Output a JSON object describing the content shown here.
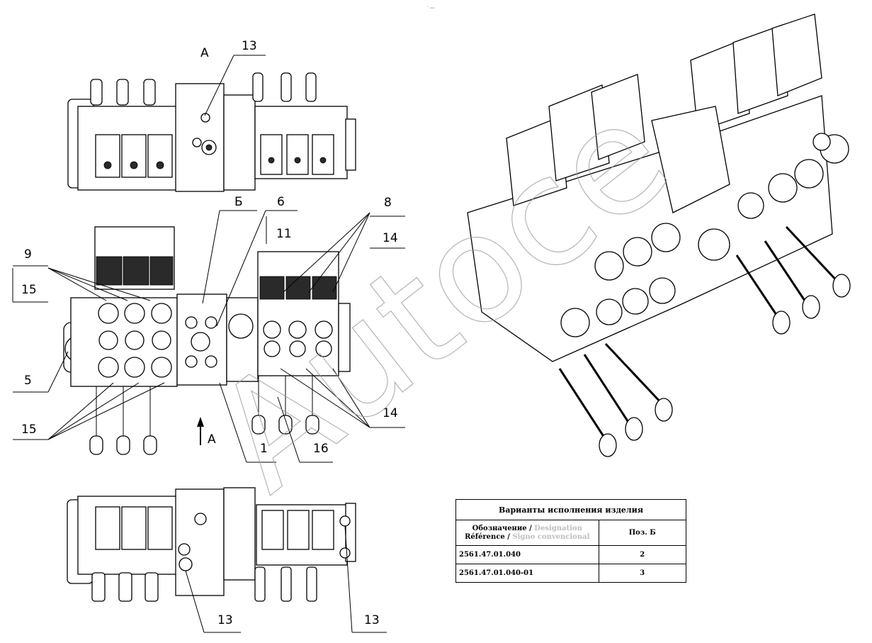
{
  "header_mark": "⁻ ₒₒₒ",
  "views": {
    "top": {
      "view_letter": "А",
      "callout": "13"
    },
    "front": {
      "section_letter": "Б",
      "arrow_letter": "А",
      "callouts": {
        "c6": "6",
        "c8": "8",
        "c9": "9",
        "c11": "11",
        "c14a": "14",
        "c15a": "15",
        "c5": "5",
        "c15b": "15",
        "c14b": "14",
        "c1": "1",
        "c16": "16"
      }
    },
    "bottom": {
      "callout_left": "13",
      "callout_right": "13"
    }
  },
  "watermark": "Autoce",
  "variants_table": {
    "title": "Варианты исполнения изделия",
    "col1_ru": "Обозначение / ",
    "col1_en": "Designation",
    "col1_fr": "Référence / ",
    "col1_es": "Signo convencional",
    "col2": "Поз. Б",
    "rows": [
      {
        "designation": "2561.47.01.040",
        "pos": "2"
      },
      {
        "designation": "2561.47.01.040-01",
        "pos": "3"
      }
    ]
  }
}
